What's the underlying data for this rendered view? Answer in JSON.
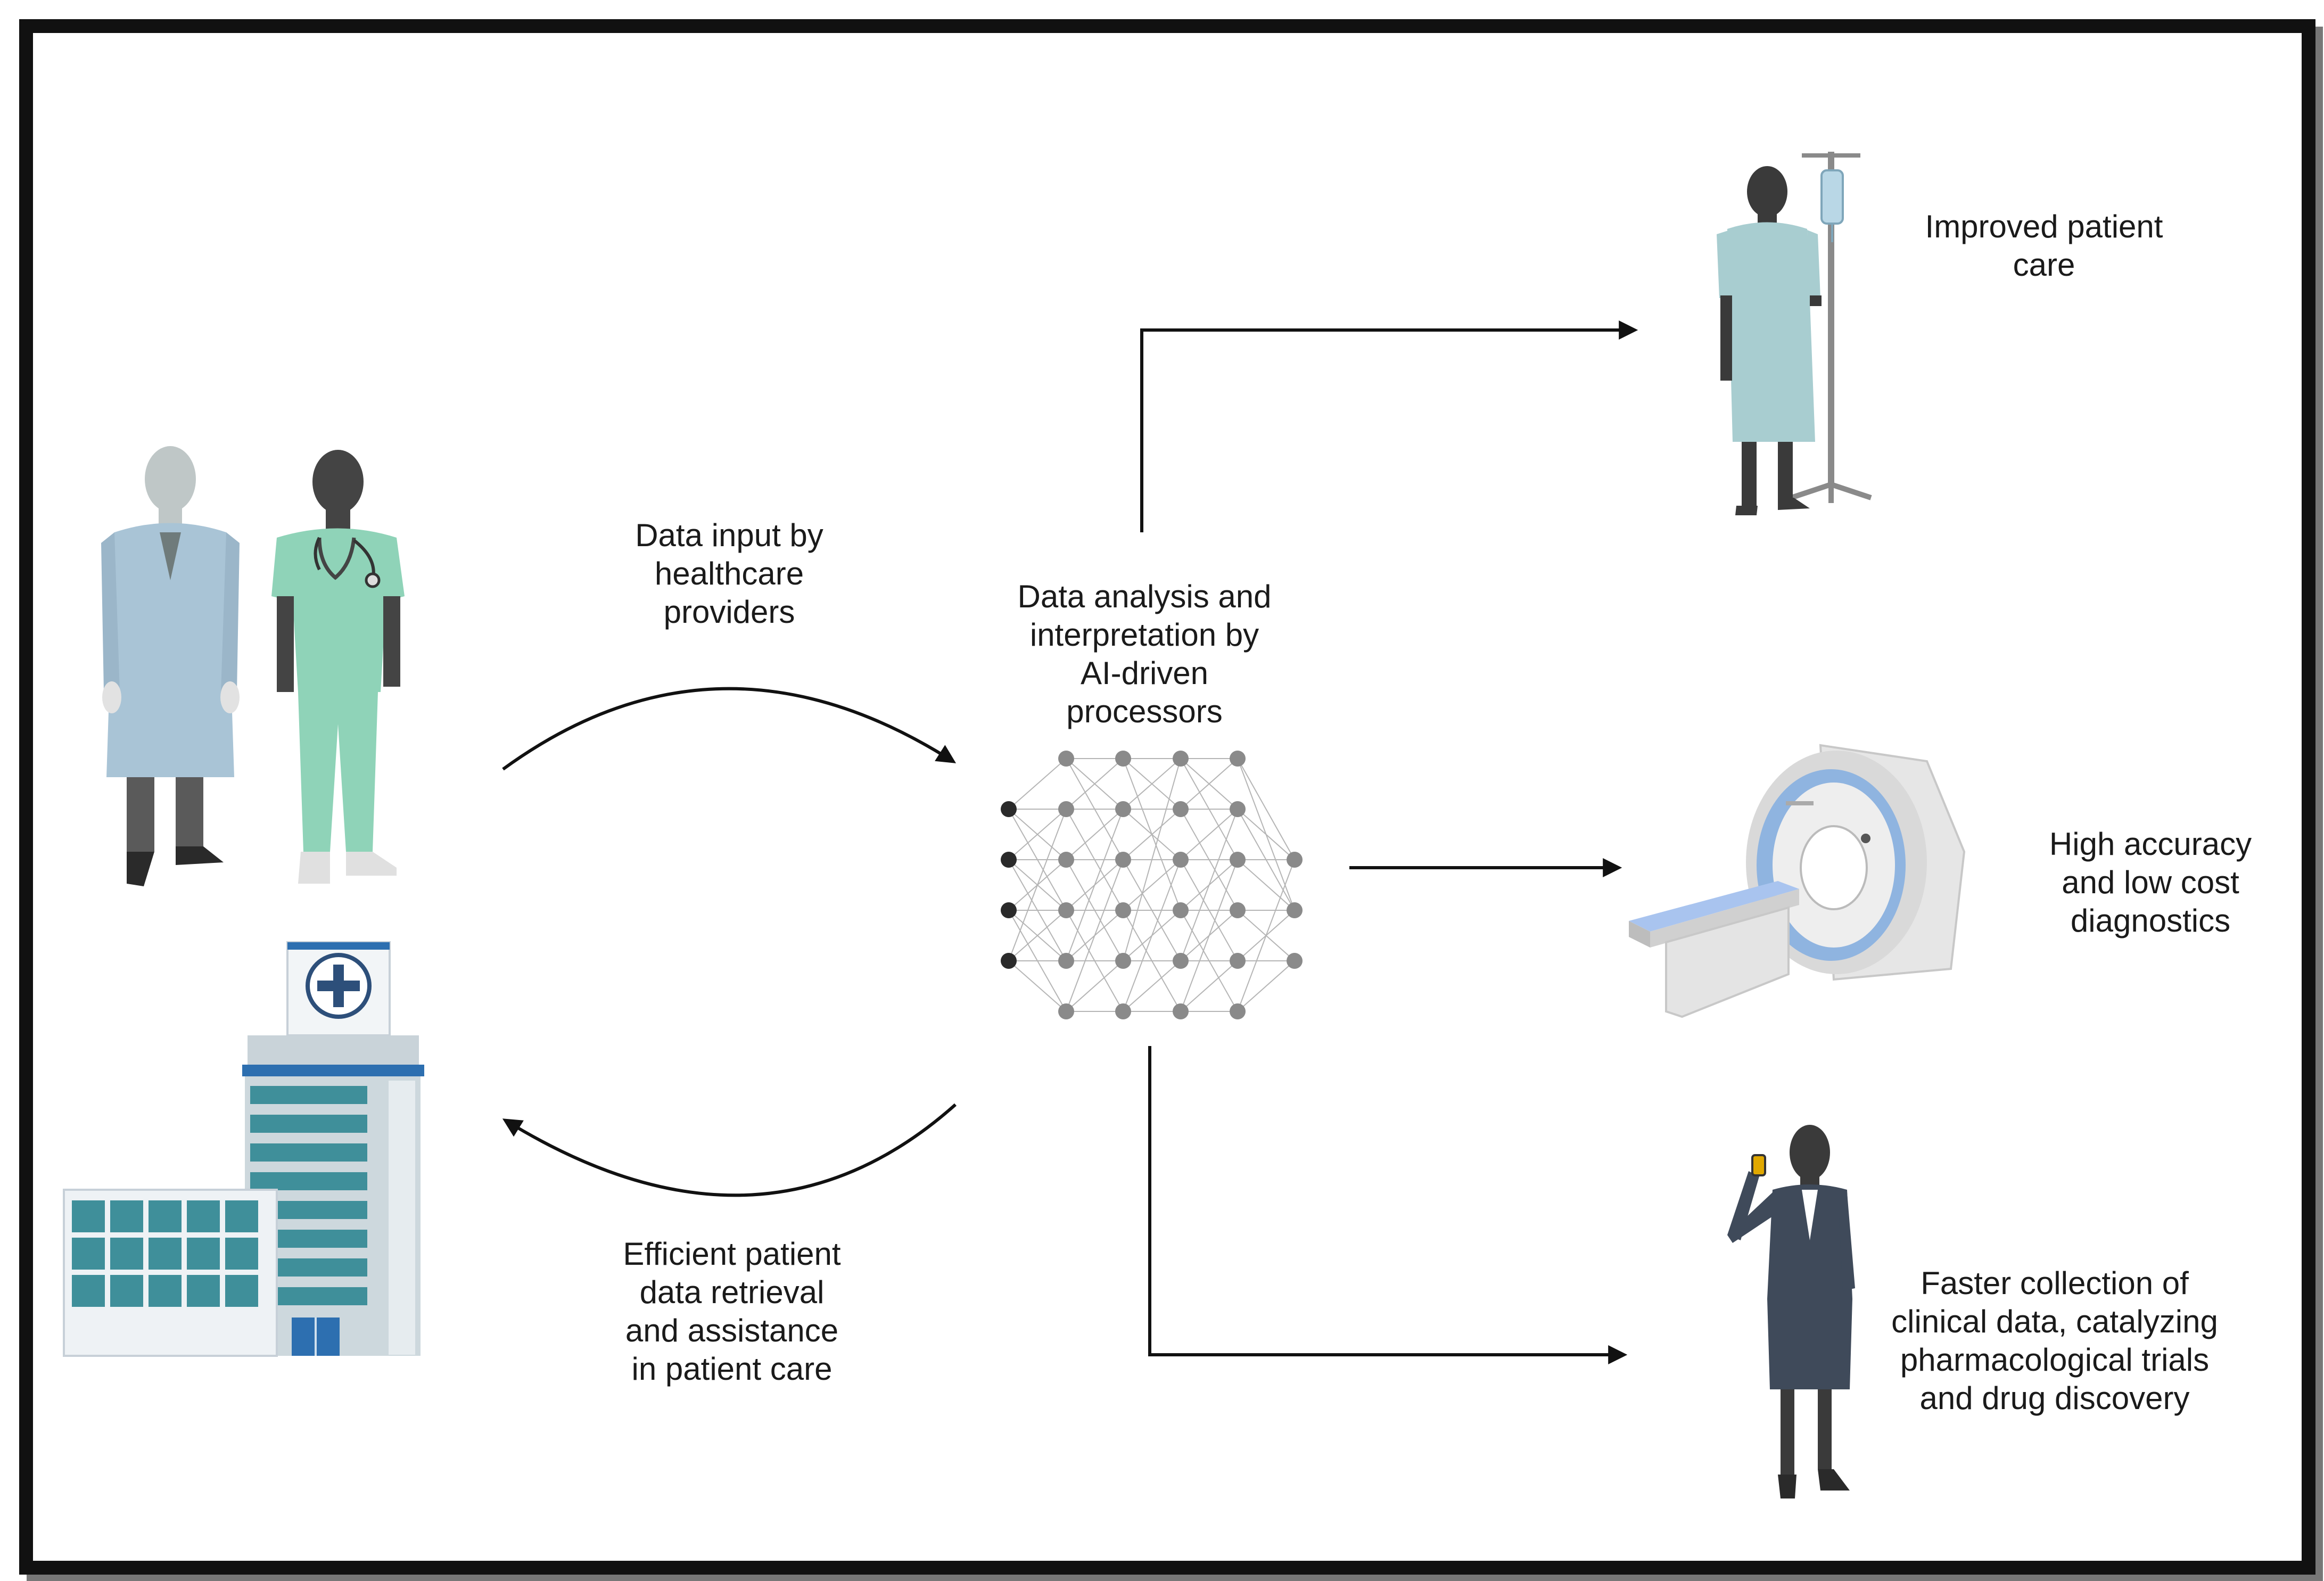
{
  "labels": {
    "data_input": "Data input by\nhealthcare\nproviders",
    "ai_analysis": "Data analysis and\ninterpretation by\nAI-driven\nprocessors",
    "retrieval": "Efficient patient\ndata retrieval\nand assistance\nin patient care",
    "improved_care": "Improved patient\ncare",
    "diagnostics": "High accuracy\nand low cost\ndiagnostics",
    "clinical_data": "Faster collection of\nclinical data, catalyzing\npharmacological trials\nand drug discovery"
  },
  "colors": {
    "frame": "#111111",
    "scrubs": "#8fd3b8",
    "lab_coat": "#a9c4d6",
    "gown": "#a8cdd0",
    "hospital_windows": "#3f8f9a",
    "network_node": "#8a8a8a",
    "network_input_node": "#2a2a2a"
  },
  "icons": [
    "doctor-icon",
    "nurse-icon",
    "hospital-icon",
    "neural-network-icon",
    "patient-iv-icon",
    "mri-scanner-icon",
    "businesswoman-icon"
  ]
}
